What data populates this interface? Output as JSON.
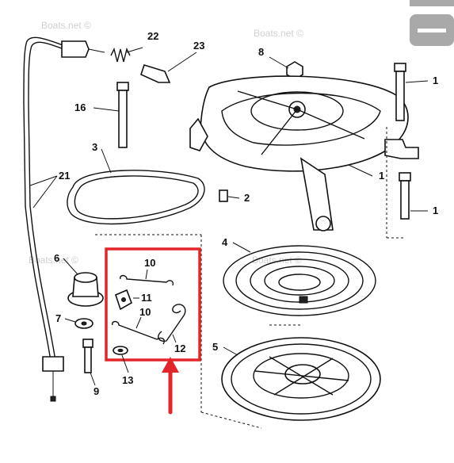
{
  "watermark": "Boats.net ©",
  "colors": {
    "highlight": "#e3262b",
    "ink": "#111111",
    "watermark": "#d0d0d0",
    "scroll_button": "#a9a9a9"
  },
  "icons": {
    "scroll_button": "minus-icon",
    "pointer": "arrow-up-icon"
  },
  "labels": {
    "p1a": "1",
    "p1b": "1",
    "p1c": "1",
    "p2": "2",
    "p3": "3",
    "p4": "4",
    "p5": "5",
    "p6": "6",
    "p7": "7",
    "p8": "8",
    "p9": "9",
    "p10a": "10",
    "p10b": "10",
    "p11": "11",
    "p12": "12",
    "p13": "13",
    "p16": "16",
    "p21": "21",
    "p22": "22",
    "p23": "23"
  }
}
